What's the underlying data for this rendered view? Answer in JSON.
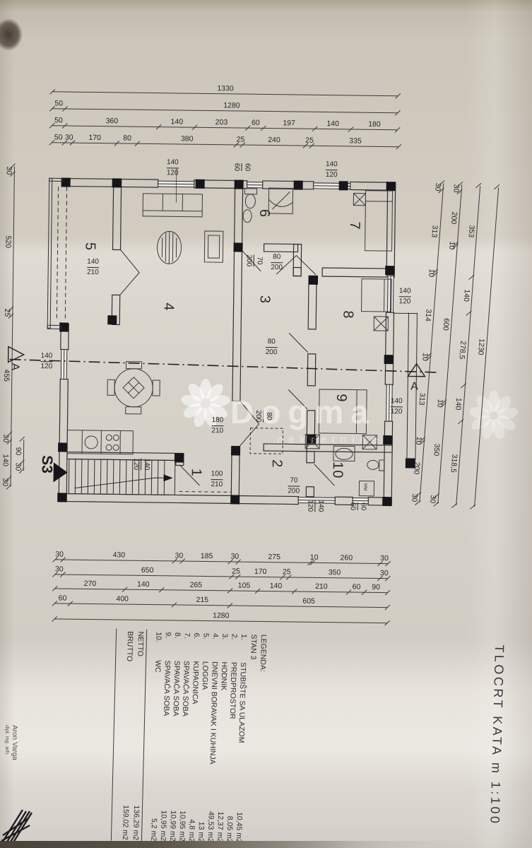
{
  "title": "TLOCRT KATA m 1:100",
  "architect": {
    "name": "Aron Varga",
    "credential": "dipl. ing. arh."
  },
  "section": {
    "label": "A",
    "stair_label": "S3"
  },
  "fixtures": {
    "washing_machine": "WM"
  },
  "watermark": {
    "brand": "Dogma",
    "sub": "nekretnine"
  },
  "rooms": [
    "1",
    "2",
    "3",
    "4",
    "5",
    "6",
    "7",
    "8",
    "9",
    "10"
  ],
  "legend": {
    "heading": "LEGENDA:",
    "subheading": "STAN 3",
    "items": [
      {
        "num": "1.",
        "label": "STUBIŠTE SA ULAZOM",
        "area": "10,45 m2"
      },
      {
        "num": "2.",
        "label": "PREDPROSTOR",
        "area": "8,05 m2"
      },
      {
        "num": "3.",
        "label": "HODNIK",
        "area": "12,37 m2"
      },
      {
        "num": "4.",
        "label": "DNEVNI BORAVAK I KUHINJA",
        "area": "49,53 m2"
      },
      {
        "num": "5.",
        "label": "LOGGIA",
        "area": "13 m2"
      },
      {
        "num": "6.",
        "label": "KUPAONICA",
        "area": "4,8 m2"
      },
      {
        "num": "7.",
        "label": "SPAVAĆA SOBA",
        "area": "10,95 m2"
      },
      {
        "num": "8.",
        "label": "SPAVAĆA SOBA",
        "area": "10,99 m2"
      },
      {
        "num": "9.",
        "label": "SPAVAĆA SOBA",
        "area": "10,95 m2"
      },
      {
        "num": "10.",
        "label": "WC",
        "area": "5,2 m2"
      }
    ],
    "totals": [
      {
        "label": "NETTO",
        "area": "136,29 m2"
      },
      {
        "label": "BRUTTO",
        "area": "159,02 m2"
      }
    ]
  },
  "dimensions": {
    "top": [
      [
        "1330"
      ],
      [
        "50",
        "1280"
      ],
      [
        "50",
        "360",
        "140",
        "203",
        "60",
        "197",
        "140",
        "180"
      ],
      [
        "50",
        "30",
        "170",
        "80",
        "380",
        "25",
        "240",
        "25",
        "335"
      ]
    ],
    "bottom": [
      [
        "30",
        "430",
        "30",
        "185",
        "30",
        "275",
        "10",
        "260",
        "30"
      ],
      [
        "30",
        "650",
        "25",
        "170",
        "25",
        "350",
        "30"
      ],
      [
        "270",
        "140",
        "265",
        "105",
        "140",
        "210",
        "60",
        "90"
      ],
      [
        "60",
        "400",
        "215",
        "605"
      ],
      [
        "1280"
      ]
    ],
    "right": [
      [
        "30",
        "313",
        "10",
        "314",
        "10",
        "313",
        "10",
        "200",
        "30"
      ],
      [
        "30",
        "200",
        "10",
        "600",
        "10",
        "350",
        "30"
      ],
      [
        "353",
        "140",
        "278,5",
        "140",
        "318,5"
      ],
      [
        "1230"
      ]
    ],
    "left": [
      [
        "30",
        "520",
        "25",
        "455",
        "30",
        "140",
        "30"
      ],
      [
        "90",
        "30"
      ]
    ],
    "openings": [
      "140/120",
      "60/60",
      "140/120",
      "140/210",
      "70/200",
      "80/200",
      "80/200",
      "80/200",
      "180/210",
      "100/210",
      "140/120",
      "70/200",
      "140/120",
      "60/60",
      "140/120",
      "140/120",
      "140/120"
    ]
  }
}
